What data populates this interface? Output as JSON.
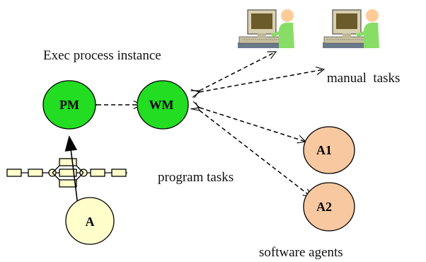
{
  "labels": {
    "exec_process_instance": "Exec process instance",
    "manual_tasks": "manual  tasks",
    "program_tasks": "program tasks",
    "software_agents": "software agents"
  },
  "nodes": {
    "pm": "PM",
    "wm": "WM",
    "a1": "A1",
    "a2": "A2",
    "a": "A"
  },
  "colors": {
    "green_node": "#22dd22",
    "agent_node": "#f8c8a0",
    "agent_a_node": "#ffffcc",
    "workflow_box": "#ffffcc"
  },
  "icons": {
    "workstation_1": "person-at-computer-icon",
    "workstation_2": "person-at-computer-icon"
  }
}
